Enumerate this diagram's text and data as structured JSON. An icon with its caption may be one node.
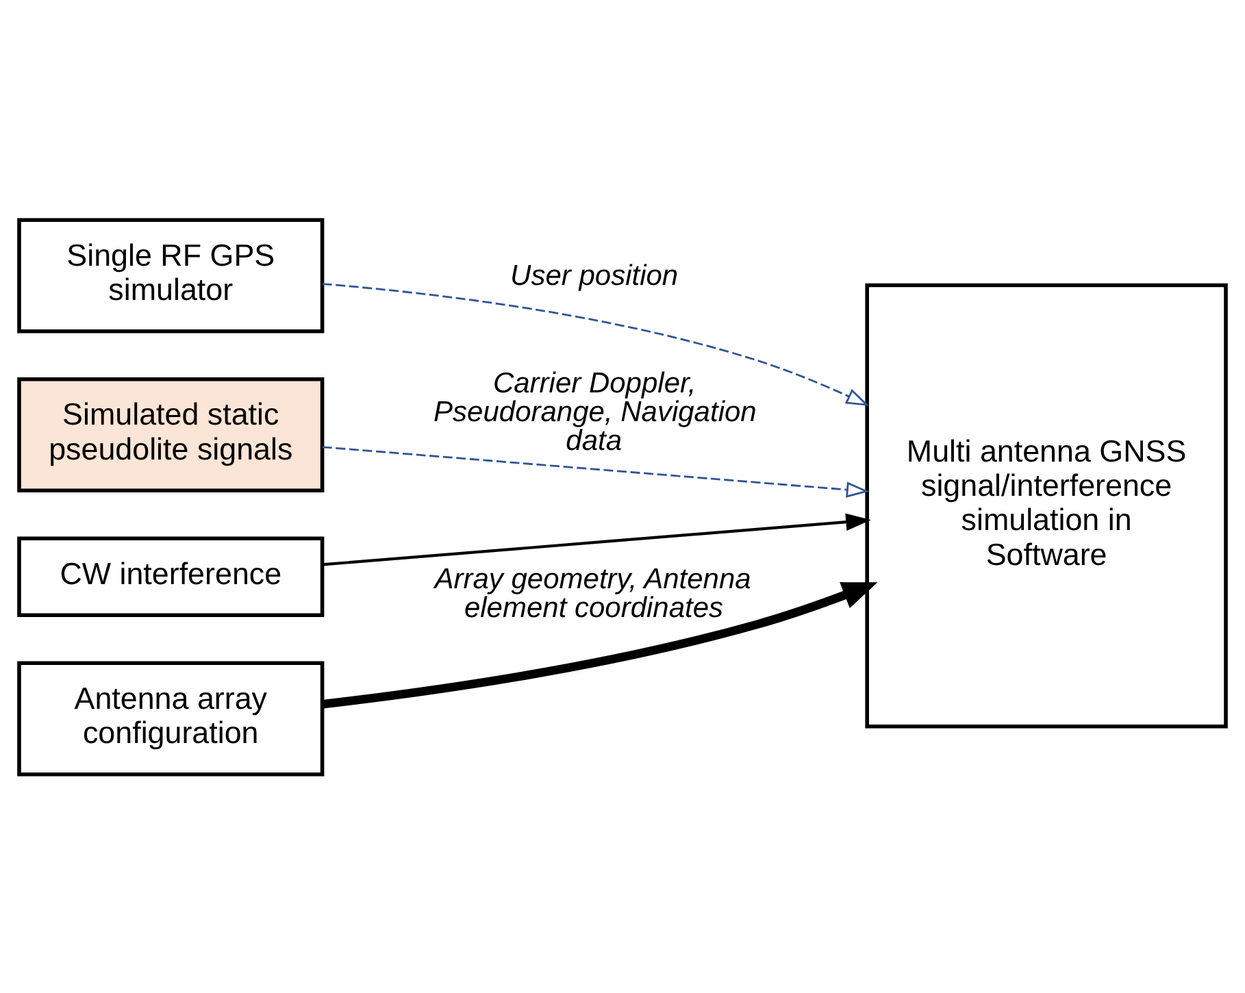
{
  "diagram": {
    "nodes": [
      {
        "text": [
          "Single RF GPS simulator"
        ]
      },
      {
        "text": [
          "Multi antenna GNSS signal/interference simulation in Software"
        ]
      },
      {
        "text": [
          "Simulated static pseudolite signals"
        ]
      },
      {
        "text": [
          "CW interference"
        ]
      },
      {
        "text": [
          "Antenna array configuration"
        ]
      }
    ],
    "edges": [
      {
        "from": 0,
        "to": 1,
        "arrow": "to",
        "label": "User position",
        "style": "dashed",
        "color": "#2f5597"
      },
      {
        "from": 2,
        "to": 1,
        "arrow": "to",
        "label": "Carrier Doppler, Pseudorange, Navigation data",
        "style": "dashed",
        "color": "#2f5597"
      },
      {
        "from": 3,
        "to": 1,
        "arrow": "to",
        "color": "#000000"
      },
      {
        "from": 4,
        "to": 1,
        "arrow": "to",
        "label": "Array geometry, Antenna element coordinates",
        "style": "thick",
        "color": "#000000"
      }
    ]
  }
}
